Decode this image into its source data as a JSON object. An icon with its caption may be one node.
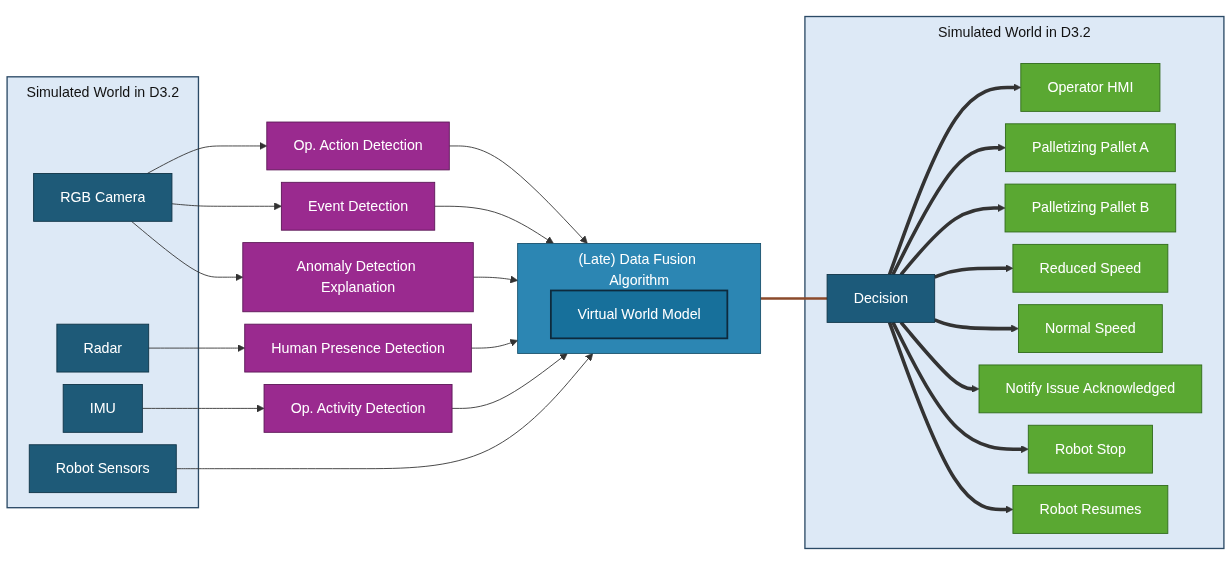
{
  "diagram": {
    "nodes": [
      {
        "text": [
          "Simulated World in D3.2"
        ]
      },
      {
        "text": [
          "RGB Camera"
        ],
        "in": 0
      },
      {
        "text": [
          "Radar"
        ],
        "in": 0
      },
      {
        "text": [
          "IMU"
        ],
        "in": 0
      },
      {
        "text": [
          "Robot Sensors"
        ],
        "in": 0
      },
      {
        "text": [
          "Op. Action Detection"
        ]
      },
      {
        "text": [
          "Event Detection"
        ]
      },
      {
        "text": [
          "Anomaly Detection Explanation"
        ]
      },
      {
        "text": [
          "Human Presence Detection"
        ]
      },
      {
        "text": [
          "Op. Activity Detection"
        ]
      },
      {
        "text": [
          "(Late) Data Fusion Algorithm"
        ]
      },
      {
        "text": [
          "Virtual World Model"
        ],
        "in": 10
      },
      {
        "text": [
          "Simulated World in D3.2"
        ]
      },
      {
        "text": [
          "Decision"
        ],
        "in": 12
      },
      {
        "text": [
          "Operator HMI"
        ],
        "in": 12
      },
      {
        "text": [
          "Palletizing Pallet A"
        ],
        "in": 12
      },
      {
        "text": [
          "Palletizing Pallet B"
        ],
        "in": 12
      },
      {
        "text": [
          "Reduced Speed"
        ],
        "in": 12
      },
      {
        "text": [
          "Normal Speed"
        ],
        "in": 12
      },
      {
        "text": [
          "Notify Issue Acknowledged"
        ],
        "in": 12
      },
      {
        "text": [
          "Robot Stop"
        ],
        "in": 12
      },
      {
        "text": [
          "Robot Resumes"
        ],
        "in": 12
      }
    ],
    "edges": [
      {
        "from": 1,
        "to": 5,
        "arrow": "to"
      },
      {
        "from": 1,
        "to": 6,
        "arrow": "to"
      },
      {
        "from": 1,
        "to": 7,
        "arrow": "to"
      },
      {
        "from": 2,
        "to": 8,
        "arrow": "to"
      },
      {
        "from": 3,
        "to": 9,
        "arrow": "to"
      },
      {
        "from": 5,
        "to": 10,
        "arrow": "to"
      },
      {
        "from": 6,
        "to": 10,
        "arrow": "to"
      },
      {
        "from": 7,
        "to": 10,
        "arrow": "to"
      },
      {
        "from": 8,
        "to": 10,
        "arrow": "to"
      },
      {
        "from": 9,
        "to": 10,
        "arrow": "to"
      },
      {
        "from": 4,
        "to": 10,
        "arrow": "to"
      },
      {
        "from": 10,
        "to": 13,
        "arrow": "none",
        "color": "#8b4a2b"
      },
      {
        "from": 13,
        "to": 14,
        "arrow": "to",
        "style": "thick"
      },
      {
        "from": 13,
        "to": 15,
        "arrow": "to",
        "style": "thick"
      },
      {
        "from": 13,
        "to": 16,
        "arrow": "to",
        "style": "thick"
      },
      {
        "from": 13,
        "to": 17,
        "arrow": "to",
        "style": "thick"
      },
      {
        "from": 13,
        "to": 18,
        "arrow": "to",
        "style": "thick"
      },
      {
        "from": 13,
        "to": 19,
        "arrow": "to",
        "style": "thick"
      },
      {
        "from": 13,
        "to": 20,
        "arrow": "to",
        "style": "thick"
      },
      {
        "from": 13,
        "to": 21,
        "arrow": "to",
        "style": "thick"
      }
    ]
  }
}
